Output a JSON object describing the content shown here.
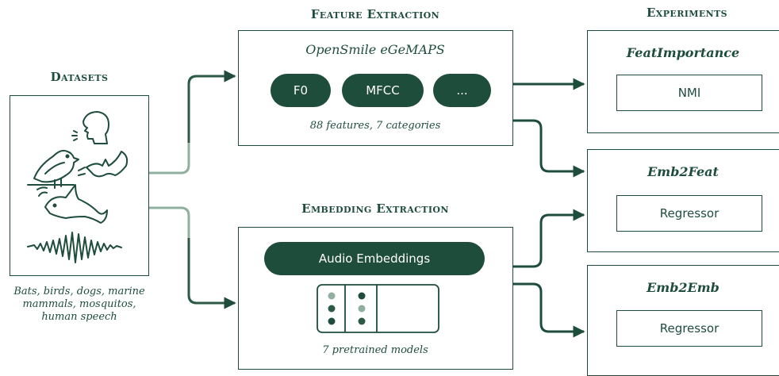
{
  "headers": {
    "datasets": "Datasets",
    "feature_extraction": "Feature Extraction",
    "embedding_extraction": "Embedding Extraction",
    "experiments": "Experiments"
  },
  "datasets": {
    "caption": "Bats, birds, dogs, marine mammals, mosquitos, human speech"
  },
  "feature": {
    "title": "OpenSmile eGeMAPS",
    "pills": [
      "F0",
      "MFCC",
      "..."
    ],
    "caption": "88 features, 7 categories"
  },
  "embedding": {
    "pill": "Audio Embeddings",
    "caption": "7 pretrained models"
  },
  "experiments": [
    {
      "title": "FeatImportance",
      "inner": "NMI"
    },
    {
      "title": "Emb2Feat",
      "inner": "Regressor"
    },
    {
      "title": "Emb2Emb",
      "inner": "Regressor"
    }
  ],
  "colors": {
    "primary": "#1e4d3c",
    "light": "#8fb09f",
    "arrow": "#2c5a47"
  }
}
